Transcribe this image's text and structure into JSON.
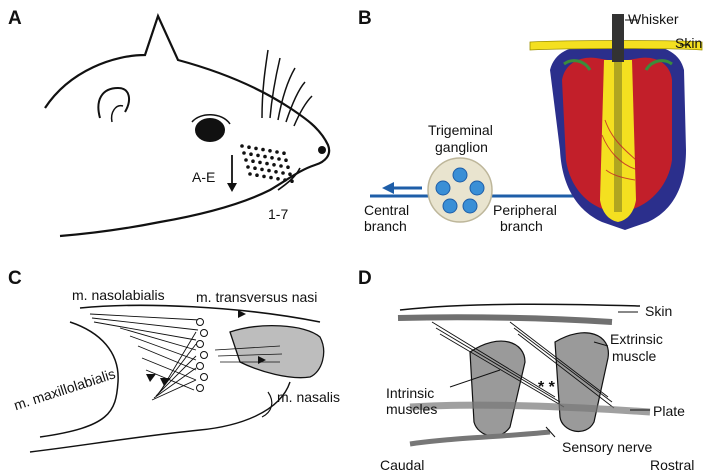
{
  "panel_a": {
    "letter": "A",
    "row_label": "A-E",
    "column_label": "1-7"
  },
  "panel_b": {
    "letter": "B",
    "whisker": "Whisker",
    "skin": "Skin",
    "ganglion_line1": "Trigeminal",
    "ganglion_line2": "ganglion",
    "central_line1": "Central",
    "central_line2": "branch",
    "peripheral_line1": "Peripheral",
    "peripheral_line2": "branch",
    "colors": {
      "blood_sinus": "#c21f2a",
      "capsule": "#2b2f8c",
      "hair_follicle": "#f4e020",
      "neuron": "#3a8fd6",
      "nerve": "#1e5ea8"
    }
  },
  "panel_c": {
    "letter": "C",
    "nasolabialis": "m. nasolabialis",
    "transversus": "m. transversus nasi",
    "maxillolabialis": "m. maxillolabialis",
    "nasalis": "m. nasalis"
  },
  "panel_d": {
    "letter": "D",
    "skin": "Skin",
    "extrinsic_line1": "Extrinsic",
    "extrinsic_line2": "muscle",
    "intrinsic_line1": "Intrinsic",
    "intrinsic_line2": "muscles",
    "plate": "Plate",
    "sensory_nerve": "Sensory nerve",
    "caudal": "Caudal",
    "rostral": "Rostral",
    "asterisks": "* *"
  }
}
